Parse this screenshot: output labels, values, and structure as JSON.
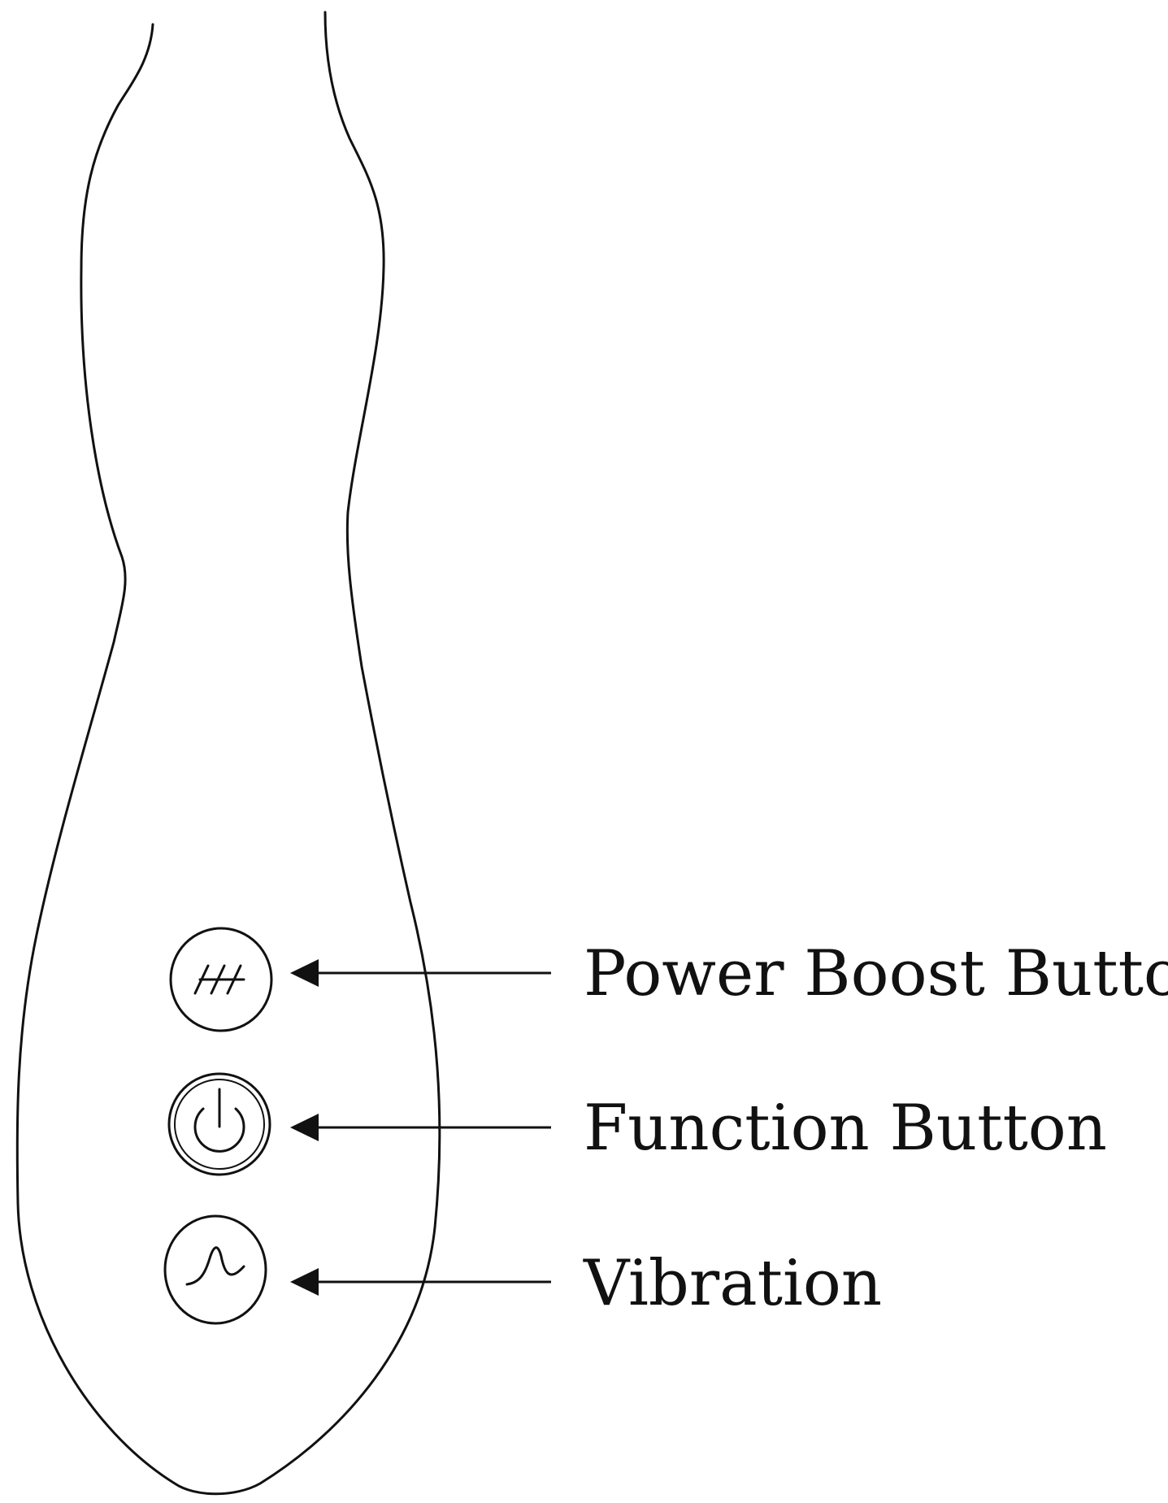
{
  "callouts": [
    {
      "label": "Power Boost Button",
      "icon": "power-boost-icon"
    },
    {
      "label": "Function Button",
      "icon": "power-icon"
    },
    {
      "label": "Vibration",
      "icon": "vibration-wave-icon"
    }
  ],
  "colors": {
    "line": "#111111",
    "background": "#ffffff"
  }
}
